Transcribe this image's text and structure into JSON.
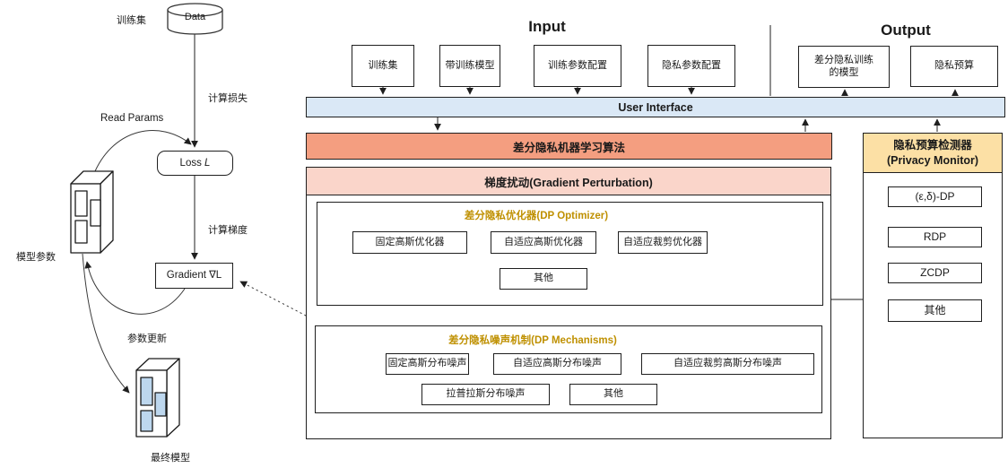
{
  "colors": {
    "ui_fill": "#dae8f6",
    "algo_fill": "#f49e80",
    "perturb_fill": "#fad5ca",
    "monitor_fill": "#fce0a5",
    "gold_text": "#bf9000",
    "model_block_fill": "#bdd7ee",
    "line_color": "#1f1f1f"
  },
  "left": {
    "train_set_label": "训练集",
    "data_label": "Data",
    "compute_loss_label": "计算损失",
    "read_params_label": "Read Params",
    "loss_word": "Loss",
    "loss_symbol": "L",
    "compute_grad_label": "计算梯度",
    "gradient_label": "Gradient ∇L",
    "model_params_label": "模型参数",
    "param_update_label": "参数更新",
    "final_model_label": "最终模型"
  },
  "arch": {
    "input_title": "Input",
    "output_title": "Output",
    "input_boxes": [
      "训练集",
      "带训练模型",
      "训练参数配置",
      "隐私参数配置"
    ],
    "output_box1_line1": "差分隐私训练",
    "output_box1_line2": "的模型",
    "output_box2": "隐私预算",
    "ui_bar": "User Interface",
    "algo_bar": "差分隐私机器学习算法",
    "perturb_header": "梯度扰动(Gradient Perturbation)",
    "optimizer_title": "差分隐私优化器(DP Optimizer)",
    "optimizer_boxes": [
      "固定高斯优化器",
      "自适应高斯优化器",
      "自适应裁剪优化器",
      "其他"
    ],
    "mech_title": "差分隐私噪声机制(DP Mechanisms)",
    "mech_row1": [
      "固定高斯分布噪声",
      "自适应高斯分布噪声",
      "自适应裁剪高斯分布噪声"
    ],
    "mech_row2": [
      "拉普拉斯分布噪声",
      "其他"
    ],
    "monitor_title_line1": "隐私预算检测器",
    "monitor_title_line2": "(Privacy Monitor)",
    "monitor_boxes": [
      "(ε,δ)-DP",
      "RDP",
      "ZCDP",
      "其他"
    ]
  }
}
